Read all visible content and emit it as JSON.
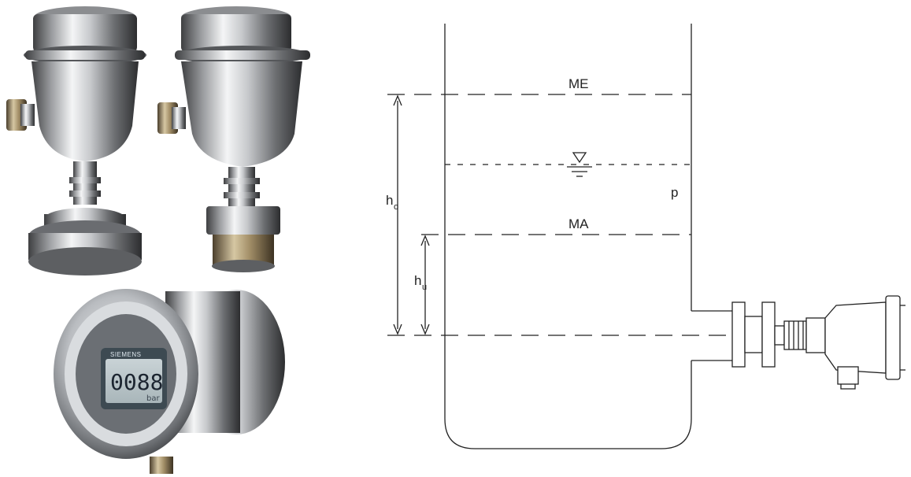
{
  "photo": {
    "display_brand": "SIEMENS",
    "display_reading": "0088",
    "display_unit": "bar"
  },
  "diagram": {
    "label_max": "ME",
    "label_min": "MA",
    "label_pressure": "p",
    "label_h_total": "h",
    "label_h_total_sub": "o",
    "label_h_min": "h",
    "label_h_min_sub": "u"
  }
}
